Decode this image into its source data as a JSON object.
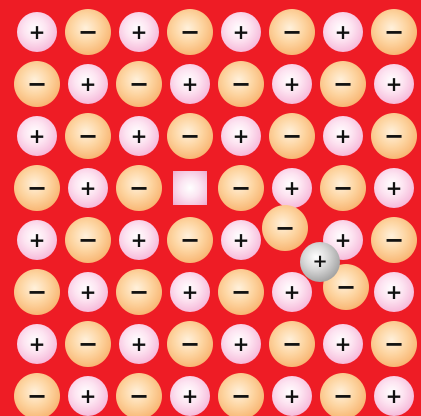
{
  "colors": {
    "background": "#ee1c25",
    "cation_fill": "#f6b8d9",
    "anion_fill": "#fbc48a",
    "interstitial_fill": "#b5b5b5",
    "vacancy_fill": "#f7cfe3"
  },
  "symbols": {
    "cation": "+",
    "anion": "−",
    "interstitial": "+"
  },
  "lattice": {
    "rows": [
      [
        "+",
        "-",
        "+",
        "-",
        "+",
        "-",
        "+",
        "-"
      ],
      [
        "-",
        "+",
        "-",
        "+",
        "-",
        "+",
        "-",
        "+"
      ],
      [
        "+",
        "-",
        "+",
        "-",
        "+",
        "-",
        "+",
        "-"
      ],
      [
        "-",
        "+",
        "-",
        "v",
        "-",
        "+",
        "-",
        "+"
      ],
      [
        "+",
        "-",
        "+",
        "-",
        "+",
        "d",
        "+",
        "-"
      ],
      [
        "-",
        "+",
        "-",
        "+",
        "-",
        "d",
        "d",
        "+"
      ],
      [
        "+",
        "-",
        "+",
        "-",
        "+",
        "-",
        "+",
        "-"
      ],
      [
        "-",
        "+",
        "-",
        "+",
        "-",
        "+",
        "-",
        "+"
      ]
    ],
    "displaced": [
      {
        "type": "anion",
        "symbol": "−"
      },
      {
        "type": "cation",
        "symbol": "+"
      },
      {
        "type": "anion",
        "symbol": "−"
      }
    ],
    "interstitial": {
      "type": "interstitial",
      "symbol": "+"
    }
  }
}
